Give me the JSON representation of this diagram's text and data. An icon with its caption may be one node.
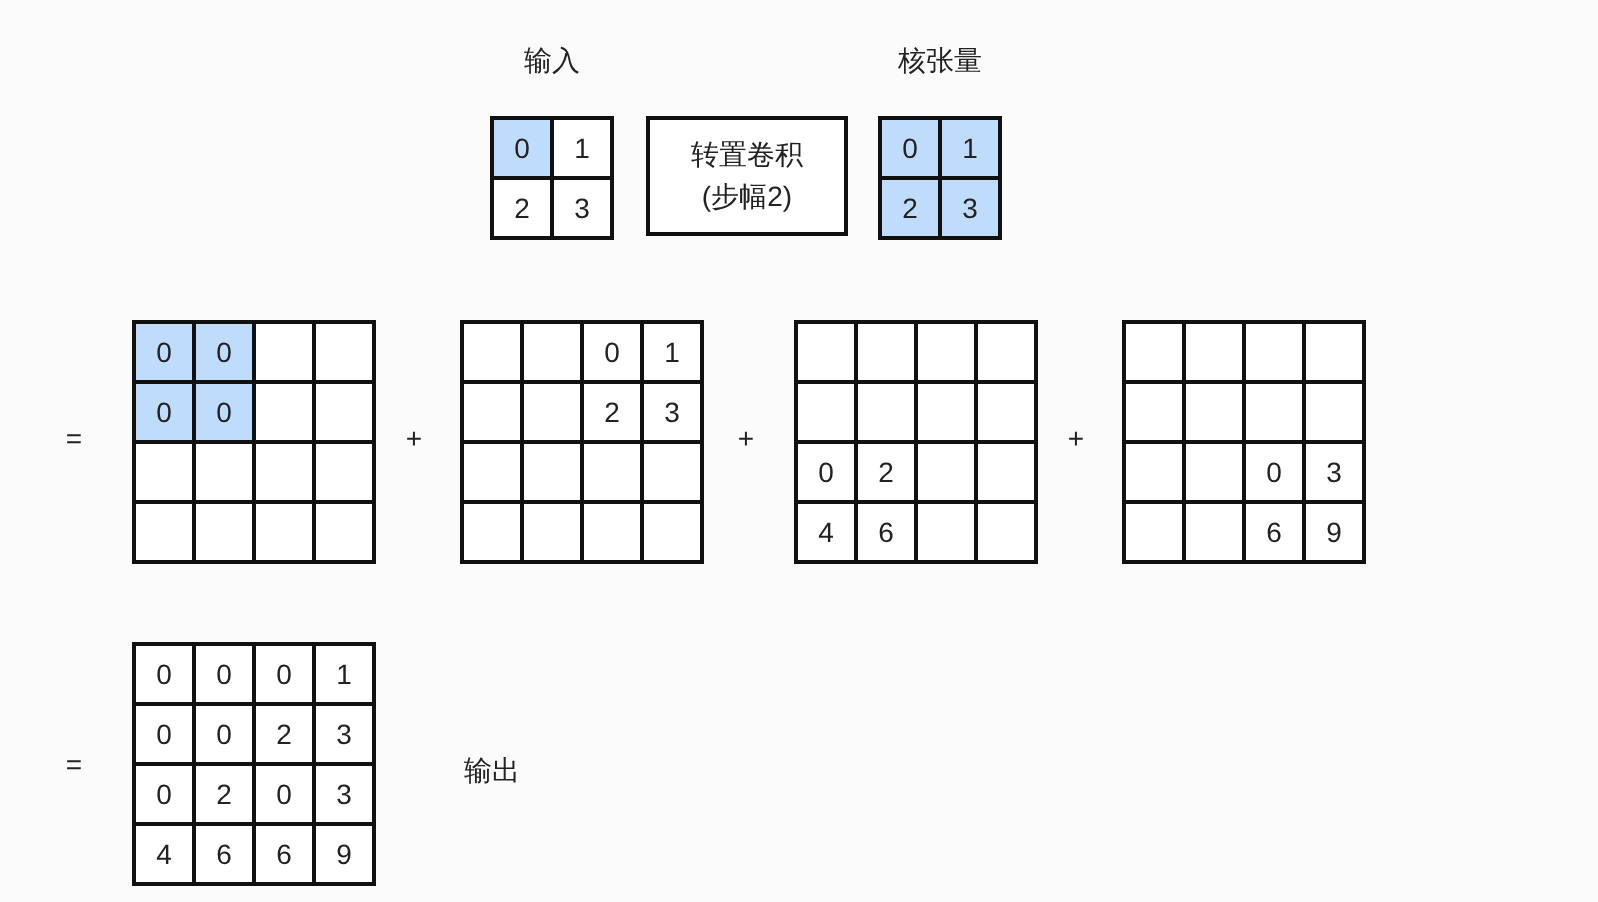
{
  "diagram": {
    "nodes": [
      {
        "text": [
          "输入"
        ]
      },
      {
        "text": [
          "0"
        ],
        "in": 0
      },
      {
        "text": [
          "1"
        ],
        "in": 0
      },
      {
        "text": [
          "2"
        ],
        "in": 0
      },
      {
        "text": [
          "3"
        ],
        "in": 0
      },
      {
        "text": [
          "转置卷积(步幅2)"
        ]
      },
      {
        "text": [
          "核张量"
        ]
      },
      {
        "text": [
          "0"
        ],
        "in": 6
      },
      {
        "text": [
          "1"
        ],
        "in": 6
      },
      {
        "text": [
          "2"
        ],
        "in": 6
      },
      {
        "text": [
          "3"
        ],
        "in": 6
      },
      {
        "text": [],
        "shape": "box"
      },
      {
        "text": [
          "0"
        ],
        "in": 11
      },
      {
        "text": [
          "0"
        ],
        "in": 11
      },
      {
        "text": [],
        "shape": "box",
        "in": 11
      },
      {
        "text": [],
        "shape": "box",
        "in": 11
      },
      {
        "text": [
          "0"
        ],
        "in": 11
      },
      {
        "text": [
          "0"
        ],
        "in": 11
      },
      {
        "text": [],
        "shape": "box",
        "in": 11
      },
      {
        "text": [],
        "shape": "box",
        "in": 11
      },
      {
        "text": [],
        "shape": "box",
        "in": 11
      },
      {
        "text": [],
        "shape": "box",
        "in": 11
      },
      {
        "text": [],
        "shape": "box",
        "in": 11
      },
      {
        "text": [],
        "shape": "box",
        "in": 11
      },
      {
        "text": [],
        "shape": "box",
        "in": 11
      },
      {
        "text": [],
        "shape": "box",
        "in": 11
      },
      {
        "text": [],
        "shape": "box",
        "in": 11
      },
      {
        "text": [],
        "shape": "box",
        "in": 11
      },
      {
        "text": [],
        "shape": "box"
      },
      {
        "text": [],
        "shape": "box",
        "in": 28
      },
      {
        "text": [],
        "shape": "box",
        "in": 28
      },
      {
        "text": [
          "0"
        ],
        "in": 28
      },
      {
        "text": [
          "1"
        ],
        "in": 28
      },
      {
        "text": [],
        "shape": "box",
        "in": 28
      },
      {
        "text": [],
        "shape": "box",
        "in": 28
      },
      {
        "text": [
          "2"
        ],
        "in": 28
      },
      {
        "text": [
          "3"
        ],
        "in": 28
      },
      {
        "text": [],
        "shape": "box",
        "in": 28
      },
      {
        "text": [],
        "shape": "box",
        "in": 28
      },
      {
        "text": [],
        "shape": "box",
        "in": 28
      },
      {
        "text": [],
        "shape": "box",
        "in": 28
      },
      {
        "text": [],
        "shape": "box",
        "in": 28
      },
      {
        "text": [],
        "shape": "box",
        "in": 28
      },
      {
        "text": [],
        "shape": "box",
        "in": 28
      },
      {
        "text": [],
        "shape": "box",
        "in": 28
      },
      {
        "text": [],
        "shape": "box"
      },
      {
        "text": [],
        "shape": "box",
        "in": 45
      },
      {
        "text": [],
        "shape": "box",
        "in": 45
      },
      {
        "text": [],
        "shape": "box",
        "in": 45
      },
      {
        "text": [],
        "shape": "box",
        "in": 45
      },
      {
        "text": [],
        "shape": "box",
        "in": 45
      },
      {
        "text": [],
        "shape": "box",
        "in": 45
      },
      {
        "text": [],
        "shape": "box",
        "in": 45
      },
      {
        "text": [],
        "shape": "box",
        "in": 45
      },
      {
        "text": [
          "0"
        ],
        "in": 45
      },
      {
        "text": [
          "2"
        ],
        "in": 45
      },
      {
        "text": [],
        "shape": "box",
        "in": 45
      },
      {
        "text": [],
        "shape": "box",
        "in": 45
      },
      {
        "text": [
          "4"
        ],
        "in": 45
      },
      {
        "text": [
          "6"
        ],
        "in": 45
      },
      {
        "text": [],
        "shape": "box",
        "in": 45
      },
      {
        "text": [],
        "shape": "box",
        "in": 45
      },
      {
        "text": [],
        "shape": "box"
      },
      {
        "text": [],
        "shape": "box",
        "in": 62
      },
      {
        "text": [],
        "shape": "box",
        "in": 62
      },
      {
        "text": [],
        "shape": "box",
        "in": 62
      },
      {
        "text": [],
        "shape": "box",
        "in": 62
      },
      {
        "text": [],
        "shape": "box",
        "in": 62
      },
      {
        "text": [],
        "shape": "box",
        "in": 62
      },
      {
        "text": [],
        "shape": "box",
        "in": 62
      },
      {
        "text": [],
        "shape": "box",
        "in": 62
      },
      {
        "text": [],
        "shape": "box",
        "in": 62
      },
      {
        "text": [],
        "shape": "box",
        "in": 62
      },
      {
        "text": [
          "0"
        ],
        "in": 62
      },
      {
        "text": [
          "3"
        ],
        "in": 62
      },
      {
        "text": [],
        "shape": "box",
        "in": 62
      },
      {
        "text": [],
        "shape": "box",
        "in": 62
      },
      {
        "text": [
          "6"
        ],
        "in": 62
      },
      {
        "text": [
          "9"
        ],
        "in": 62
      },
      {
        "text": [],
        "shape": "box",
        "beside": [
          "输出"
        ]
      },
      {
        "text": [
          "0"
        ],
        "in": 79
      },
      {
        "text": [
          "0"
        ],
        "in": 79
      },
      {
        "text": [
          "0"
        ],
        "in": 79
      },
      {
        "text": [
          "1"
        ],
        "in": 79
      },
      {
        "text": [
          "0"
        ],
        "in": 79
      },
      {
        "text": [
          "0"
        ],
        "in": 79
      },
      {
        "text": [
          "2"
        ],
        "in": 79
      },
      {
        "text": [
          "3"
        ],
        "in": 79
      },
      {
        "text": [
          "0"
        ],
        "in": 79
      },
      {
        "text": [
          "2"
        ],
        "in": 79
      },
      {
        "text": [
          "0"
        ],
        "in": 79
      },
      {
        "text": [
          "3"
        ],
        "in": 79
      },
      {
        "text": [
          "4"
        ],
        "in": 79
      },
      {
        "text": [
          "6"
        ],
        "in": 79
      },
      {
        "text": [
          "6"
        ],
        "in": 79
      },
      {
        "text": [
          "9"
        ],
        "in": 79
      }
    ],
    "labels": [
      "=",
      "+",
      "+",
      "+",
      "="
    ]
  }
}
